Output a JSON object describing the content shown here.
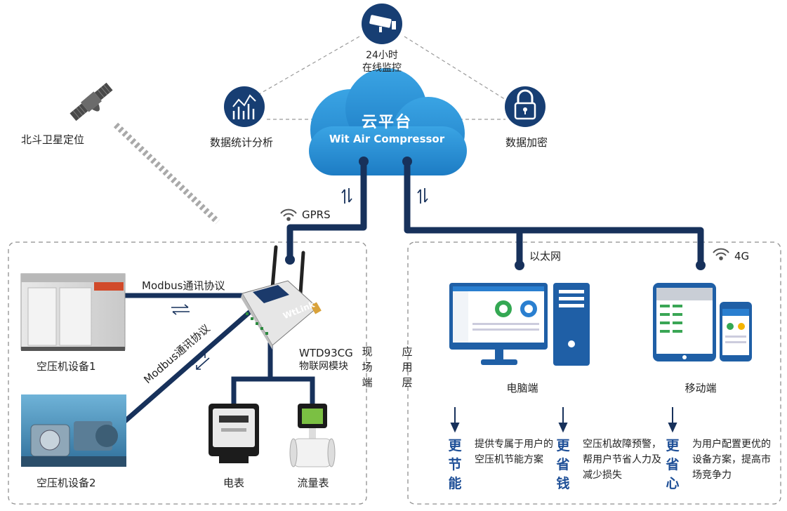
{
  "cloud": {
    "title": "云平台",
    "subtitle": "Wit Air Compressor"
  },
  "monitor": {
    "label": "24小时\n在线监控",
    "line1": "24小时",
    "line2": "在线监控",
    "icon": "camera-icon"
  },
  "stats": {
    "label": "数据统计分析",
    "icon": "chart-icon"
  },
  "encrypt": {
    "label": "数据加密",
    "icon": "lock-icon"
  },
  "satellite": {
    "label": "北斗卫星定位",
    "icon": "satellite-icon"
  },
  "links": {
    "gprs": "GPRS",
    "ethernet": "以太网",
    "g4": "4G"
  },
  "field": {
    "device1": "空压机设备1",
    "device2": "空压机设备2",
    "modbus_top": "Modbus通讯协议",
    "modbus_diag": "Modbus通讯协议",
    "gateway_line1": "WTD93CG",
    "gateway_line2": "物联网模块",
    "gateway_brand": "WtLink",
    "meter": "电表",
    "flow": "流量表",
    "layer": "现场端"
  },
  "app": {
    "layer": "应用层",
    "pc": "电脑端",
    "mobile": "移动端"
  },
  "benefits": [
    {
      "title": "更节能",
      "desc": "提供专属于用户的空压机节能方案"
    },
    {
      "title": "更省钱",
      "desc": "空压机故障预警，帮用户节省人力及减少损失"
    },
    {
      "title": "更省心",
      "desc": "为用户配置更优的设备方案，提高市场竞争力"
    }
  ],
  "colors": {
    "navy": "#1b3a6b",
    "cloud": "#2a8fd3",
    "icon_bg": "#173e73",
    "accent": "#1e4f97"
  }
}
